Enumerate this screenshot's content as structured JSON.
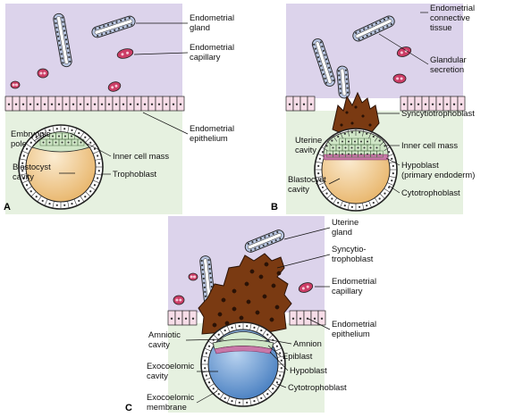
{
  "panels": {
    "A": {
      "letter": "A",
      "labels": {
        "endometrial_gland": [
          "Endometrial",
          "gland"
        ],
        "endometrial_capillary": [
          "Endometrial",
          "capillary"
        ],
        "endometrial_epithelium": [
          "Endometrial",
          "epithelium"
        ],
        "embryonic_pole": [
          "Embryonic",
          "pole"
        ],
        "inner_cell_mass": [
          "Inner cell mass"
        ],
        "blastocyst_cavity": [
          "Blastocyst",
          "cavity"
        ],
        "trophoblast": [
          "Trophoblast"
        ]
      }
    },
    "B": {
      "letter": "B",
      "labels": {
        "endometrial_connective_tissue": [
          "Endometrial",
          "connective",
          "tissue"
        ],
        "glandular_secretion": [
          "Glandular",
          "secretion"
        ],
        "syncytiotrophoblast": [
          "Syncytiotrophoblast"
        ],
        "uterine_cavity": [
          "Uterine",
          "cavity"
        ],
        "inner_cell_mass": [
          "Inner cell mass"
        ],
        "hypoblast": [
          "Hypoblast",
          "(primary endoderm)"
        ],
        "blastocyst_cavity": [
          "Blastocyst",
          "cavity"
        ],
        "cytotrophoblast": [
          "Cytotrophoblast"
        ]
      }
    },
    "C": {
      "letter": "C",
      "labels": {
        "uterine_gland": [
          "Uterine",
          "gland"
        ],
        "syncytiotrophoblast": [
          "Syncytio-",
          "trophoblast"
        ],
        "endometrial_capillary": [
          "Endometrial",
          "capillary"
        ],
        "endometrial_epithelium": [
          "Endometrial",
          "epithelium"
        ],
        "amniotic_cavity": [
          "Amniotic",
          "cavity"
        ],
        "amnion": [
          "Amnion"
        ],
        "epiblast": [
          "Epiblast"
        ],
        "exocoelomic_cavity": [
          "Exocoelomic",
          "cavity"
        ],
        "hypoblast": [
          "Hypoblast"
        ],
        "cytotrophoblast": [
          "Cytotrophoblast"
        ],
        "exocoelomic_membrane": [
          "Exocoelomic",
          "membrane"
        ]
      }
    }
  },
  "colors": {
    "connective_tissue": "#dcd3eb",
    "uterine_cavity": "#e6f1e0",
    "epithelium": "#f7dde8",
    "blastocyst_cavity": "#eec98a",
    "inner_cell_mass": "#cfe6c6",
    "hypoblast": "#c978a8",
    "syncytiotrophoblast": "#7a3a12",
    "capillary": "#cc3d66",
    "exocoelomic_cavity": "#5d92cc",
    "amniotic_cavity": "#d7ecd2"
  }
}
